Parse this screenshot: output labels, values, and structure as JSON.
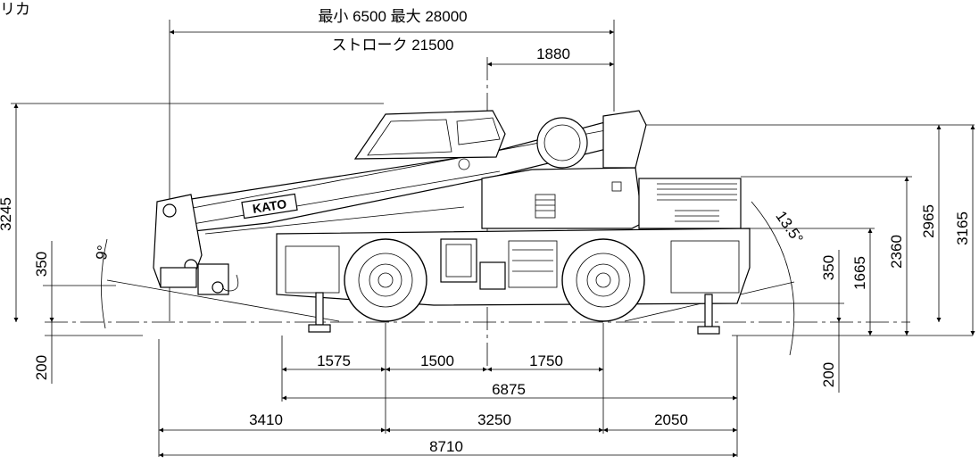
{
  "header": {
    "corner_text": "リカ",
    "boom_length": "最小 6500  最大 28000",
    "stroke": "ストローク 21500",
    "tip_offset": "1880"
  },
  "brand": {
    "logo_text": "KATO"
  },
  "dimensions": {
    "horizontal": {
      "d1575": "1575",
      "d1500": "1500",
      "d1750": "1750",
      "d6875": "6875",
      "d3410": "3410",
      "d3250": "3250",
      "d2050": "2050",
      "d8710": "8710"
    },
    "vertical": {
      "left_3245": "3245",
      "left_350": "350",
      "left_200": "200",
      "right_350": "350",
      "right_1665": "1665",
      "right_2360": "2360",
      "right_2965": "2965",
      "right_3165": "3165",
      "right_200": "200"
    },
    "angles": {
      "front": "9°",
      "rear": "13.5°"
    }
  }
}
